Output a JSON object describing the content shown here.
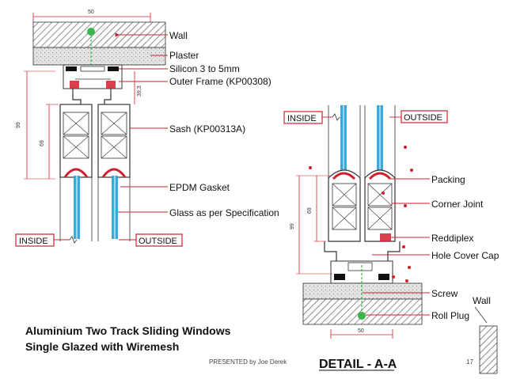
{
  "left_section": {
    "dim_width": "50",
    "dim_total": "99",
    "dim_sash": "69",
    "dim_frame": "39.3",
    "labels": {
      "wall": "Wall",
      "plaster": "Plaster",
      "silicon": "Silicon 3 to 5mm",
      "outer_frame": "Outer Frame (KP00308)",
      "sash": "Sash (KP00313A)",
      "epdm": "EPDM Gasket",
      "glass": "Glass as per Specification"
    },
    "inside_label": "INSIDE",
    "outside_label": "OUTSIDE"
  },
  "right_section": {
    "inside_label": "INSIDE",
    "outside_label": "OUTSIDE",
    "dim_total": "99",
    "dim_sash": "69",
    "dim_width": "50",
    "labels": {
      "packing": "Packing",
      "corner_joint": "Corner Joint",
      "reddiplex": "Reddiplex",
      "hole_cover_cap": "Hole Cover Cap",
      "screw": "Screw",
      "roll_plug": "Roll Plug",
      "wall": "Wall"
    }
  },
  "title": {
    "line1": "Aluminium Two Track Sliding Windows",
    "line2": "Single Glazed with Wiremesh"
  },
  "footer": {
    "presenter": "PRESENTED by Joe Derek",
    "detail": "DETAIL - A-A",
    "page": "17"
  },
  "colors": {
    "red": "#d21f2b",
    "glass": "#39a8e0",
    "green": "#39b54a",
    "hatch": "#555555"
  }
}
